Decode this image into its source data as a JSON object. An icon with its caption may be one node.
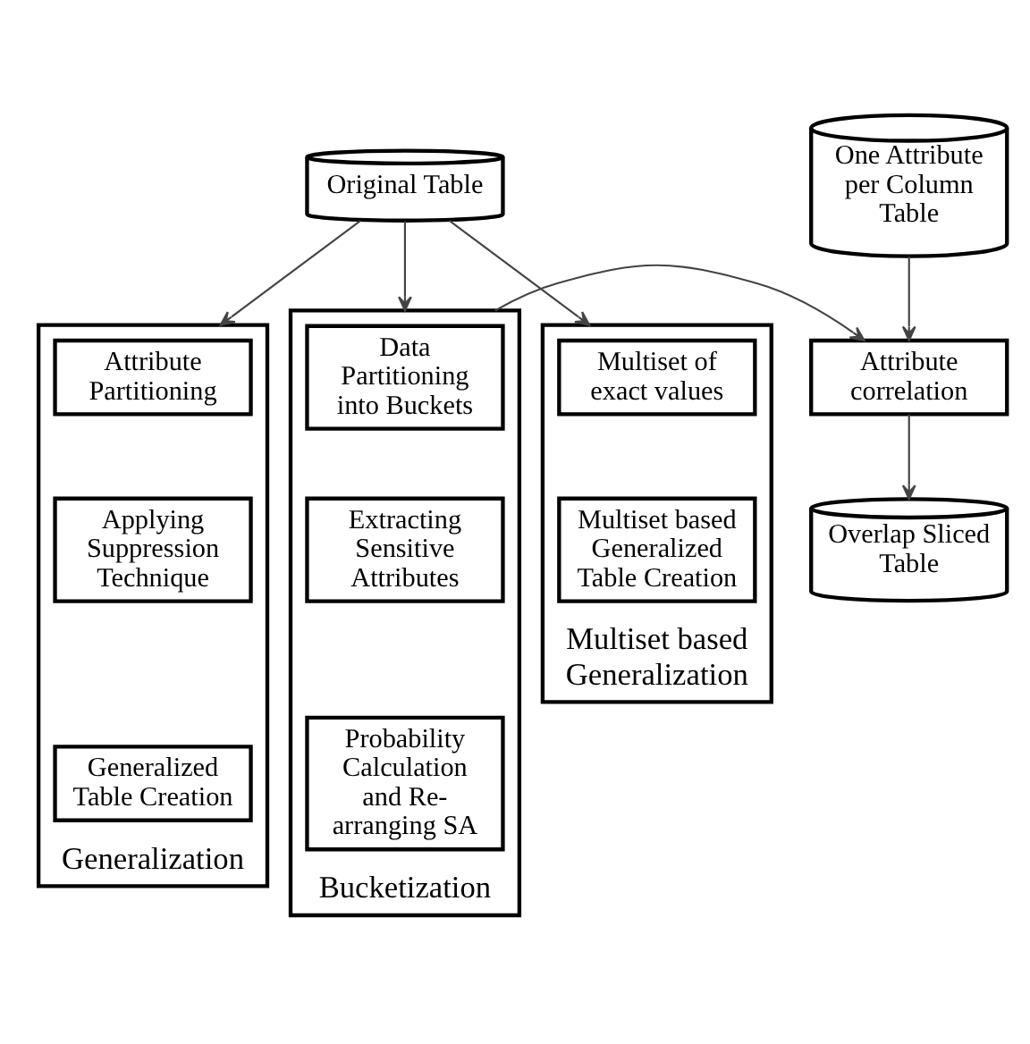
{
  "diagram": {
    "nodes": [
      {
        "text": [
          "Original Table"
        ]
      },
      {
        "text": [
          "One Attribute per Column Table"
        ]
      },
      {
        "text": [
          "Attribute correlation"
        ]
      },
      {
        "text": [
          "Generalization"
        ]
      },
      {
        "text": [
          "Attribute Partitioning"
        ],
        "in": 3
      },
      {
        "text": [
          "Applying Suppression Technique"
        ],
        "in": 3
      },
      {
        "text": [
          "Generalized Table Creation"
        ],
        "in": 3
      },
      {
        "text": [
          "Bucketization"
        ]
      },
      {
        "text": [
          "Data Partitioning into Buckets"
        ],
        "in": 7
      },
      {
        "text": [
          "Extracting Sensitive Attributes"
        ],
        "in": 7
      },
      {
        "text": [
          "Probability Calculation and Re-arranging SA"
        ],
        "in": 7
      },
      {
        "text": [
          "Multiset based Generalization"
        ]
      },
      {
        "text": [
          "Multiset of exact values"
        ],
        "in": 11
      },
      {
        "text": [
          "Multiset based Generalized Table Creation"
        ],
        "in": 11
      },
      {
        "text": [
          "Overlap Sliced Table"
        ]
      }
    ],
    "edges": [
      {
        "from": 0,
        "to": 3,
        "arrow": "to"
      },
      {
        "from": 0,
        "to": 7,
        "arrow": "to"
      },
      {
        "from": 0,
        "to": 11,
        "arrow": "to"
      },
      {
        "from": 1,
        "to": 2,
        "arrow": "to"
      },
      {
        "from": 7,
        "to": 2,
        "arrow": "to"
      },
      {
        "from": 2,
        "to": 14,
        "arrow": "to"
      }
    ]
  }
}
